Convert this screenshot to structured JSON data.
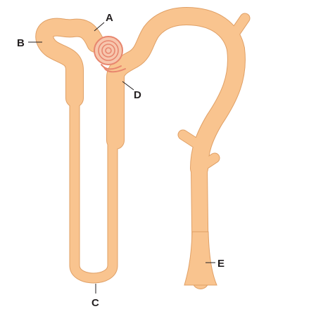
{
  "diagram": {
    "colors": {
      "tube_fill": "#f9c48f",
      "tube_outline": "#e0a066",
      "glomerulus": "#e8866e",
      "glomerulus_fill": "#f7c6ad",
      "label": "#231f20"
    },
    "labels": {
      "a": "A",
      "b": "B",
      "c": "C",
      "d": "D",
      "e": "E"
    }
  }
}
